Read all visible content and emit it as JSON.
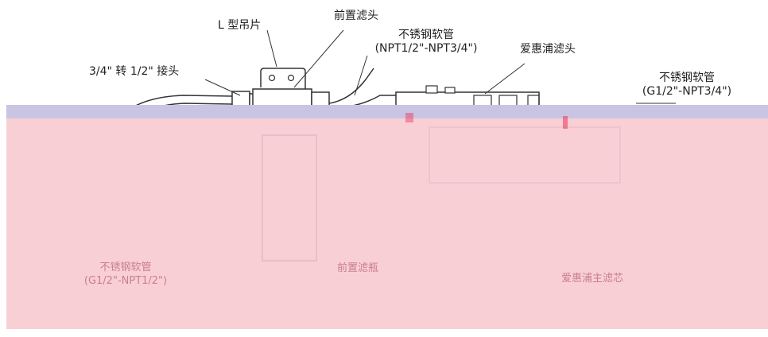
{
  "colors": {
    "overlay_pink": "#f9cfd6",
    "overlay_purple": "#c9c4e2",
    "line_dark": "#333333",
    "faint_text": "#c97f8b",
    "accent_red": "#e8345a"
  },
  "labels": {
    "l_bracket": "L 型吊片",
    "pre_filter_head": "前置滤头",
    "hose_npt_top_1": "不锈钢软管",
    "hose_npt_top_2": "(NPT1/2\"-NPT3/4\")",
    "adapter": "3/4\" 转 1/2\" 接头",
    "aihuipu_head": "爱惠浦滤头",
    "hose_g_right_1": "不锈钢软管",
    "hose_g_right_2": "(G1/2\"-NPT3/4\")",
    "hose_g_left_1": "不锈钢软管",
    "hose_g_left_2": "(G1/2\"-NPT1/2\")",
    "pre_filter_bottle": "前置滤瓶",
    "main_cartridge": "爱惠浦主滤芯"
  }
}
